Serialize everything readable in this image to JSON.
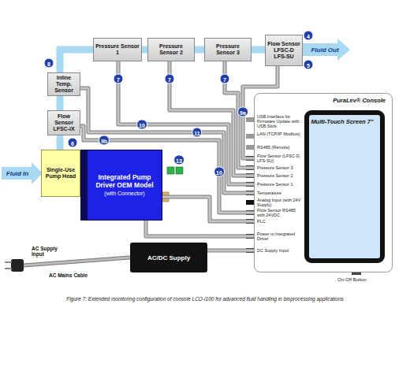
{
  "diagram": {
    "caption": "Figure 7: Extended monitoring configuration of console LCO-i100 for advanced fluid handling in bioprocessing applications",
    "nodes": [
      {
        "text": [
          "Pressure Sensor 1"
        ]
      },
      {
        "text": [
          "Pressure Sensor 2"
        ]
      },
      {
        "text": [
          "Pressure Sensor 3"
        ]
      },
      {
        "text": [
          "Flow Sensor LFSC-D LFS-SU"
        ]
      },
      {
        "text": [
          "Inline Temp. Sensor"
        ]
      },
      {
        "text": [
          "Flow Sensor LFSC-iX"
        ]
      },
      {
        "text": [
          "Single-Use Pump Head"
        ]
      },
      {
        "text": [
          "Integrated Pump Driver OEM Model",
          "(with Connector)"
        ]
      },
      {
        "text": [
          "AC/DC Supply"
        ]
      },
      {
        "text": [
          "PuraLev® Console"
        ]
      },
      {
        "text": [
          "Multi-Touch Screen 7\""
        ],
        "in": 9
      }
    ],
    "edges": [
      {
        "from": 6,
        "to": 5,
        "arrow": "none"
      },
      {
        "from": 5,
        "to": 4,
        "arrow": "none"
      },
      {
        "from": 4,
        "to": 0,
        "arrow": "none"
      },
      {
        "from": 0,
        "to": 1,
        "arrow": "none"
      },
      {
        "from": 1,
        "to": 2,
        "arrow": "none"
      },
      {
        "from": 2,
        "to": 3,
        "arrow": "none"
      },
      {
        "from": 3,
        "to": 9,
        "arrow": "none"
      },
      {
        "from": 2,
        "to": 9,
        "arrow": "none"
      },
      {
        "from": 1,
        "to": 9,
        "arrow": "none"
      },
      {
        "from": 0,
        "to": 9,
        "arrow": "none"
      },
      {
        "from": 4,
        "to": 9,
        "arrow": "none"
      },
      {
        "from": 5,
        "to": 9,
        "arrow": "none"
      },
      {
        "from": 7,
        "to": 9,
        "arrow": "none"
      },
      {
        "from": 7,
        "to": 9,
        "arrow": "none"
      },
      {
        "from": 8,
        "to": 9,
        "arrow": "none"
      }
    ],
    "labels": [
      "Fluid In",
      "Fluid Out",
      "4",
      "5",
      "8",
      "7",
      "7",
      "7",
      "6",
      "9a",
      "10",
      "11",
      "9b",
      "10",
      "13",
      "USB Interface for Firmware Update with USB Stick",
      "LAN (TCP/IP Modbus)",
      "RS485 (Remote)",
      "Flow Sensor (LFSC-D, LFS-SU)",
      "Pressure Sensor 3",
      "Pressure Sensor 2",
      "Pressure Sensor 1",
      "Temperature",
      "Analog Input (with 24V Supply)",
      "Flow Sensor RS485 with 24VDC",
      "PLC",
      "Power to Integrated Driver",
      "DC Supply Input",
      "AC Supply Input",
      "AC Mains Cable",
      "On-Off Button"
    ]
  }
}
